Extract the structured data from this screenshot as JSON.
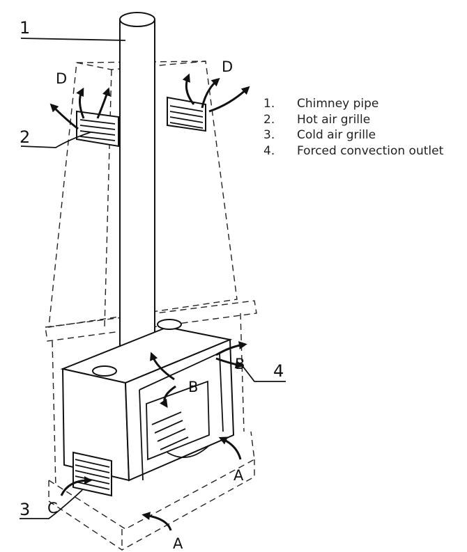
{
  "callouts": {
    "chimney": "1",
    "hot_grille": "2",
    "cold_grille": "3",
    "outlet": "4"
  },
  "airflow_letters": {
    "left_top": "D",
    "right_top": "D",
    "front_b": "B",
    "right_b": "B",
    "right_a": "A",
    "front_a": "A",
    "left_c": "C"
  },
  "legend": [
    {
      "num": "1.",
      "label": "Chimney pipe"
    },
    {
      "num": "2.",
      "label": "Hot air grille"
    },
    {
      "num": "3.",
      "label": "Cold air grille"
    },
    {
      "num": "4.",
      "label": "Forced convection outlet"
    }
  ]
}
